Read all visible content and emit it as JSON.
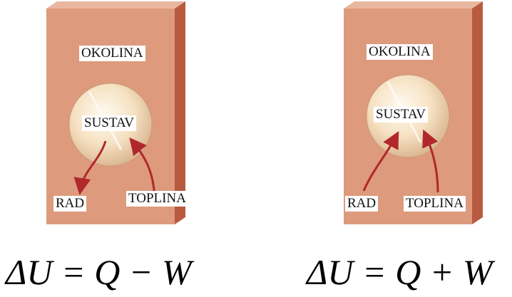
{
  "colors": {
    "box_face": "#dd9a7d",
    "box_side": "#b85a40",
    "box_top": "#e9b7a0",
    "arrow": "#b0282c",
    "sphere": "#f7e3c5"
  },
  "panels": [
    {
      "surroundings_label": "OKOLINA",
      "system_label": "SUSTAV",
      "work_label": "RAD",
      "heat_label": "TOPLINA",
      "equation": "ΔU = Q − W"
    },
    {
      "surroundings_label": "OKOLINA",
      "system_label": "SUSTAV",
      "work_label": "RAD",
      "heat_label": "TOPLINA",
      "equation": "ΔU = Q + W"
    }
  ]
}
